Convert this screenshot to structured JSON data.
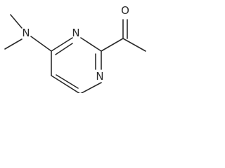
{
  "molecule": {
    "atoms": {
      "amine_nitrogen": "N",
      "ring_nitrogen_upper": "N",
      "ring_nitrogen_lower": "N",
      "carbonyl_oxygen": "O"
    }
  }
}
